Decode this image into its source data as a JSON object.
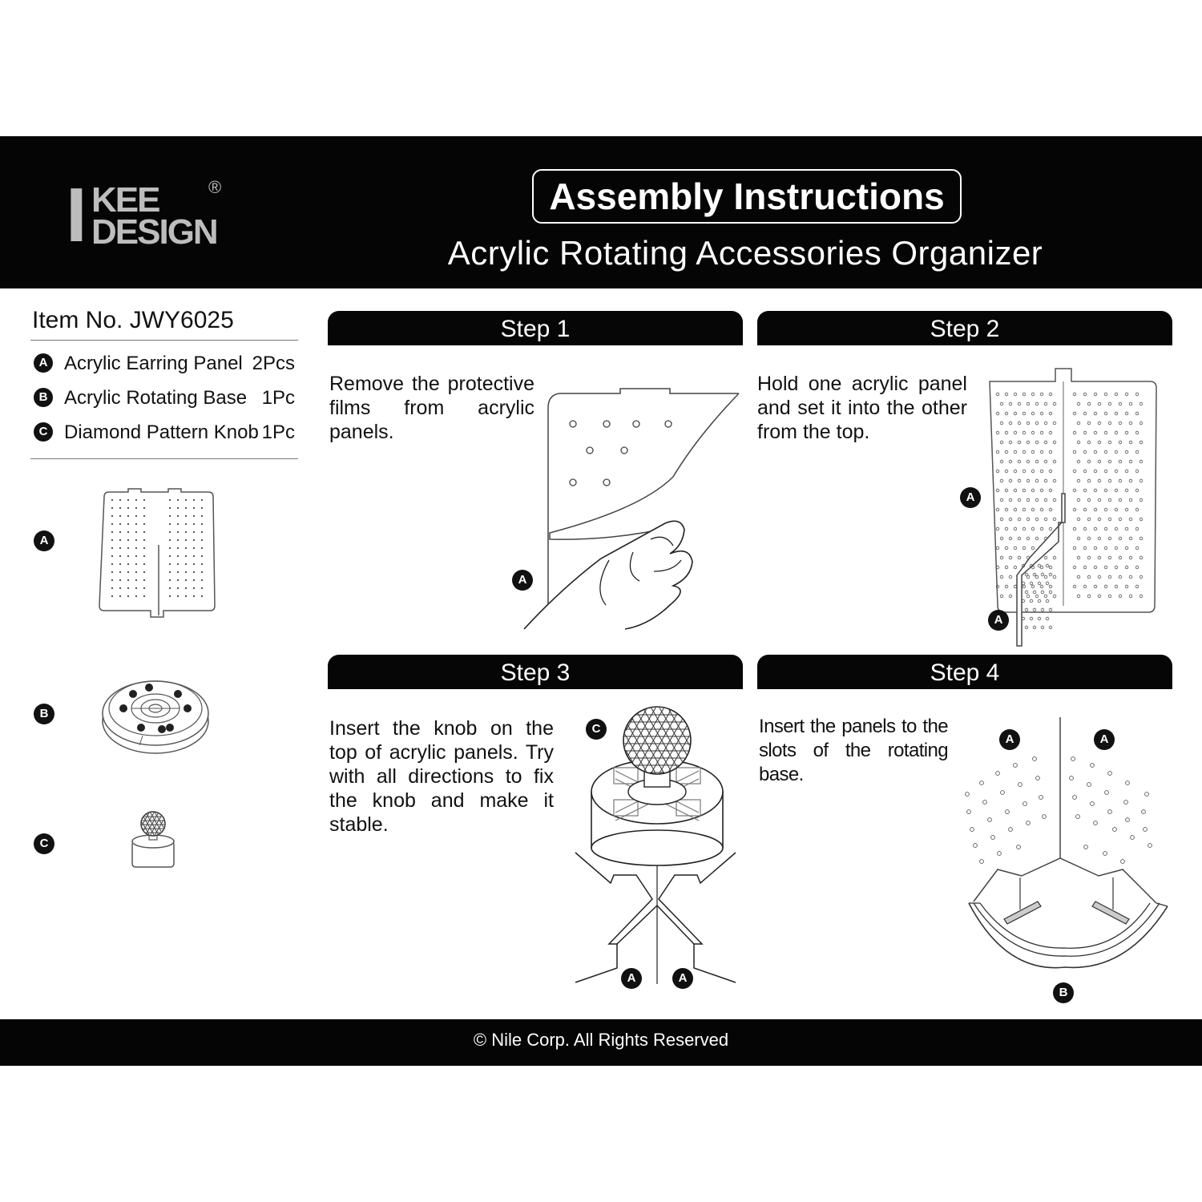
{
  "brand": {
    "logo_letter": "I",
    "logo_line1": "KEE",
    "logo_line2": "DESIGN",
    "registered_mark": "®"
  },
  "header": {
    "title": "Assembly Instructions",
    "subtitle": "Acrylic Rotating Accessories Organizer"
  },
  "item": {
    "number_label": "Item No. JWY6025"
  },
  "parts": [
    {
      "badge": "A",
      "name": "Acrylic Earring Panel",
      "qty": "2Pcs"
    },
    {
      "badge": "B",
      "name": "Acrylic Rotating Base",
      "qty": "1Pc"
    },
    {
      "badge": "C",
      "name": "Diamond Pattern Knob",
      "qty": "1Pc"
    }
  ],
  "part_illustration_badges": [
    "A",
    "B",
    "C"
  ],
  "steps": [
    {
      "title": "Step 1",
      "text": "Remove the protective films from acrylic panels.",
      "badges": [
        "A"
      ]
    },
    {
      "title": "Step 2",
      "text": "Hold one acrylic panel and set it into the other from the top.",
      "badges": [
        "A",
        "A"
      ]
    },
    {
      "title": "Step 3",
      "text": "Insert the knob on the top of acrylic panels. Try with all directions to fix the knob and make it stable.",
      "badges": [
        "C",
        "A",
        "A"
      ]
    },
    {
      "title": "Step 4",
      "text": "Insert the panels to the slots of the rotating base.",
      "badges": [
        "A",
        "A",
        "B"
      ]
    }
  ],
  "footer": {
    "copyright": "© Nile Corp. All Rights Reserved"
  }
}
